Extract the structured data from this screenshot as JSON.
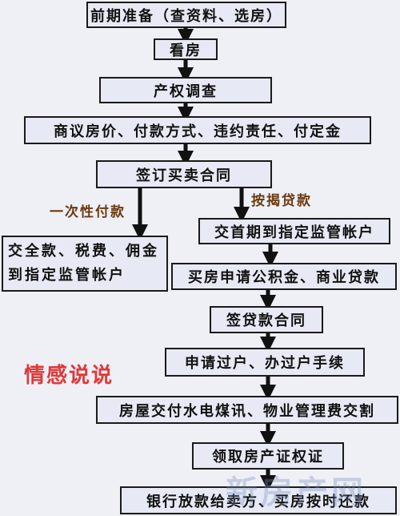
{
  "steps": {
    "prep": "前期准备（查资料、选房）",
    "view": "看房",
    "title_check": "产权调查",
    "negotiate": "商议房价、付款方式、违约责任、付定金",
    "sign": "签订买卖合同",
    "full_pay_line1": "交全款、税费、佣金",
    "full_pay_line2": "到指定监管帐户",
    "down_payment": "交首期到指定监管帐户",
    "apply_loan": "买房申请公积金、商业贷款",
    "sign_loan": "签贷款合同",
    "transfer": "申请过户、办过户手续",
    "handover": "房屋交付水电煤讯、物业管理费交割",
    "certificate": "领取房产证权证",
    "bank_release": "银行放款给卖方、买房按时还款"
  },
  "branches": {
    "full": "一次性付款",
    "mortgage": "按揭贷款"
  },
  "watermarks": {
    "left": "情感说说",
    "right": "新房产网"
  },
  "colors": {
    "box_fill": "#e7eaf4",
    "border": "#1a1a1a",
    "branch_label": "#6a3a10",
    "watermark_left": "#e03838"
  }
}
